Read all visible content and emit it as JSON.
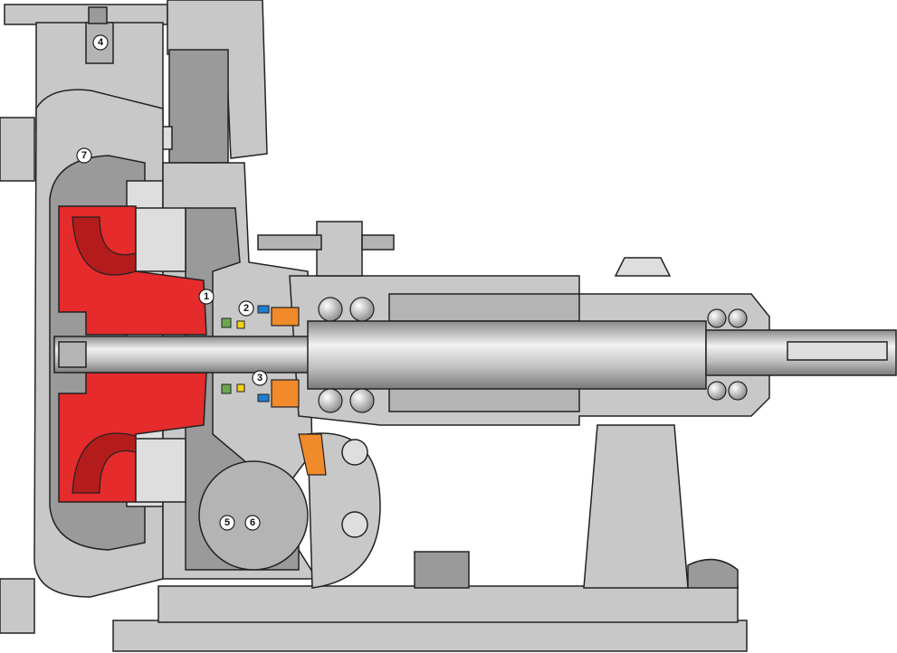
{
  "diagram": {
    "subject": "pump-cross-section",
    "colors": {
      "casing": "#c8c8c8",
      "impeller": "#e52b2b",
      "seal_part": "#f08a2a",
      "seal_accent_blue": "#1e7fd0",
      "seal_accent_green": "#6aa84f",
      "seal_accent_yellow": "#f2d21b"
    },
    "callouts": [
      {
        "id": "1",
        "label": "1"
      },
      {
        "id": "2",
        "label": "2"
      },
      {
        "id": "3",
        "label": "3"
      },
      {
        "id": "4",
        "label": "4"
      },
      {
        "id": "5",
        "label": "5"
      },
      {
        "id": "6",
        "label": "6"
      },
      {
        "id": "7",
        "label": "7"
      }
    ]
  }
}
